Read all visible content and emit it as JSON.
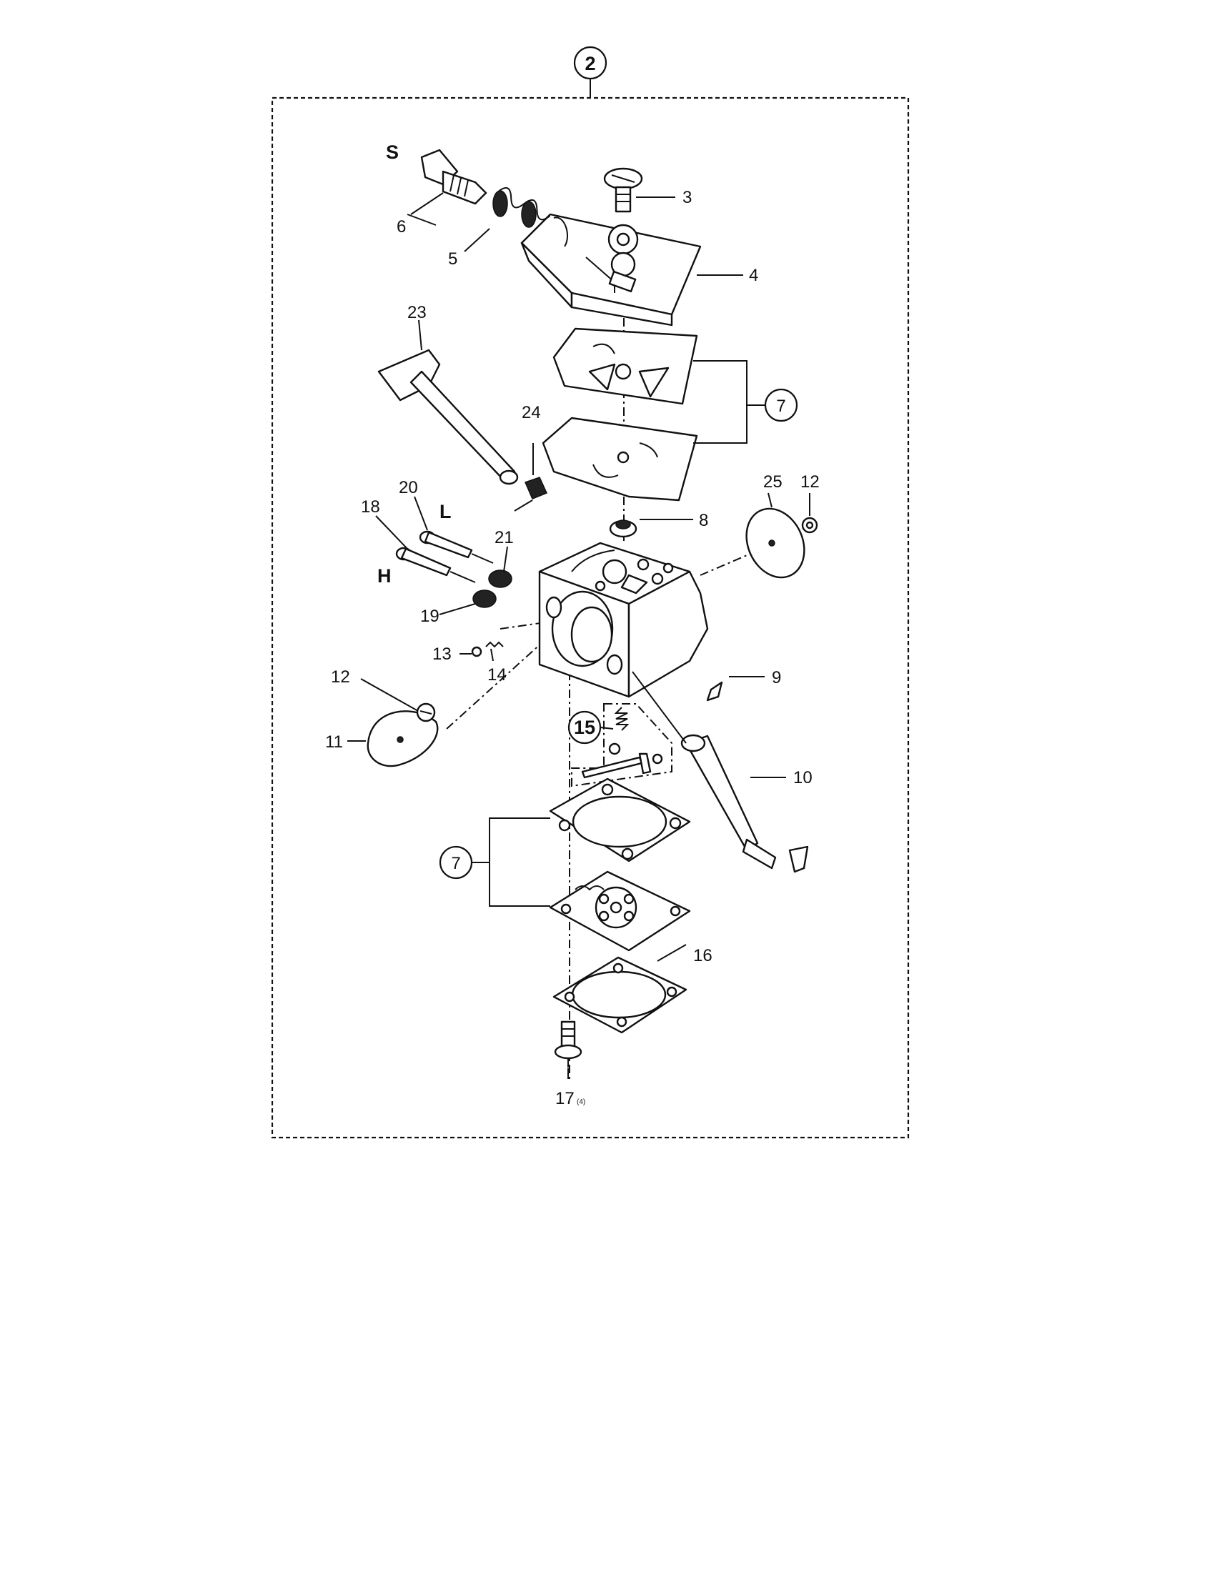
{
  "assembly": {
    "label": "2"
  },
  "callouts": {
    "s": "S",
    "l": "L",
    "h": "H",
    "p3": "3",
    "p4": "4",
    "p5": "5",
    "p6": "6",
    "p7_upper": "7",
    "p7_lower": "7",
    "p8": "8",
    "p9": "9",
    "p10": "10",
    "p11": "11",
    "p12_left": "12",
    "p12_right": "12",
    "p13": "13",
    "p14": "14",
    "p15": "15",
    "p16": "16",
    "p17": "17",
    "p17_qty": "(4)",
    "p18": "18",
    "p19": "19",
    "p20": "20",
    "p21": "21",
    "p23": "23",
    "p24": "24",
    "p25": "25"
  }
}
